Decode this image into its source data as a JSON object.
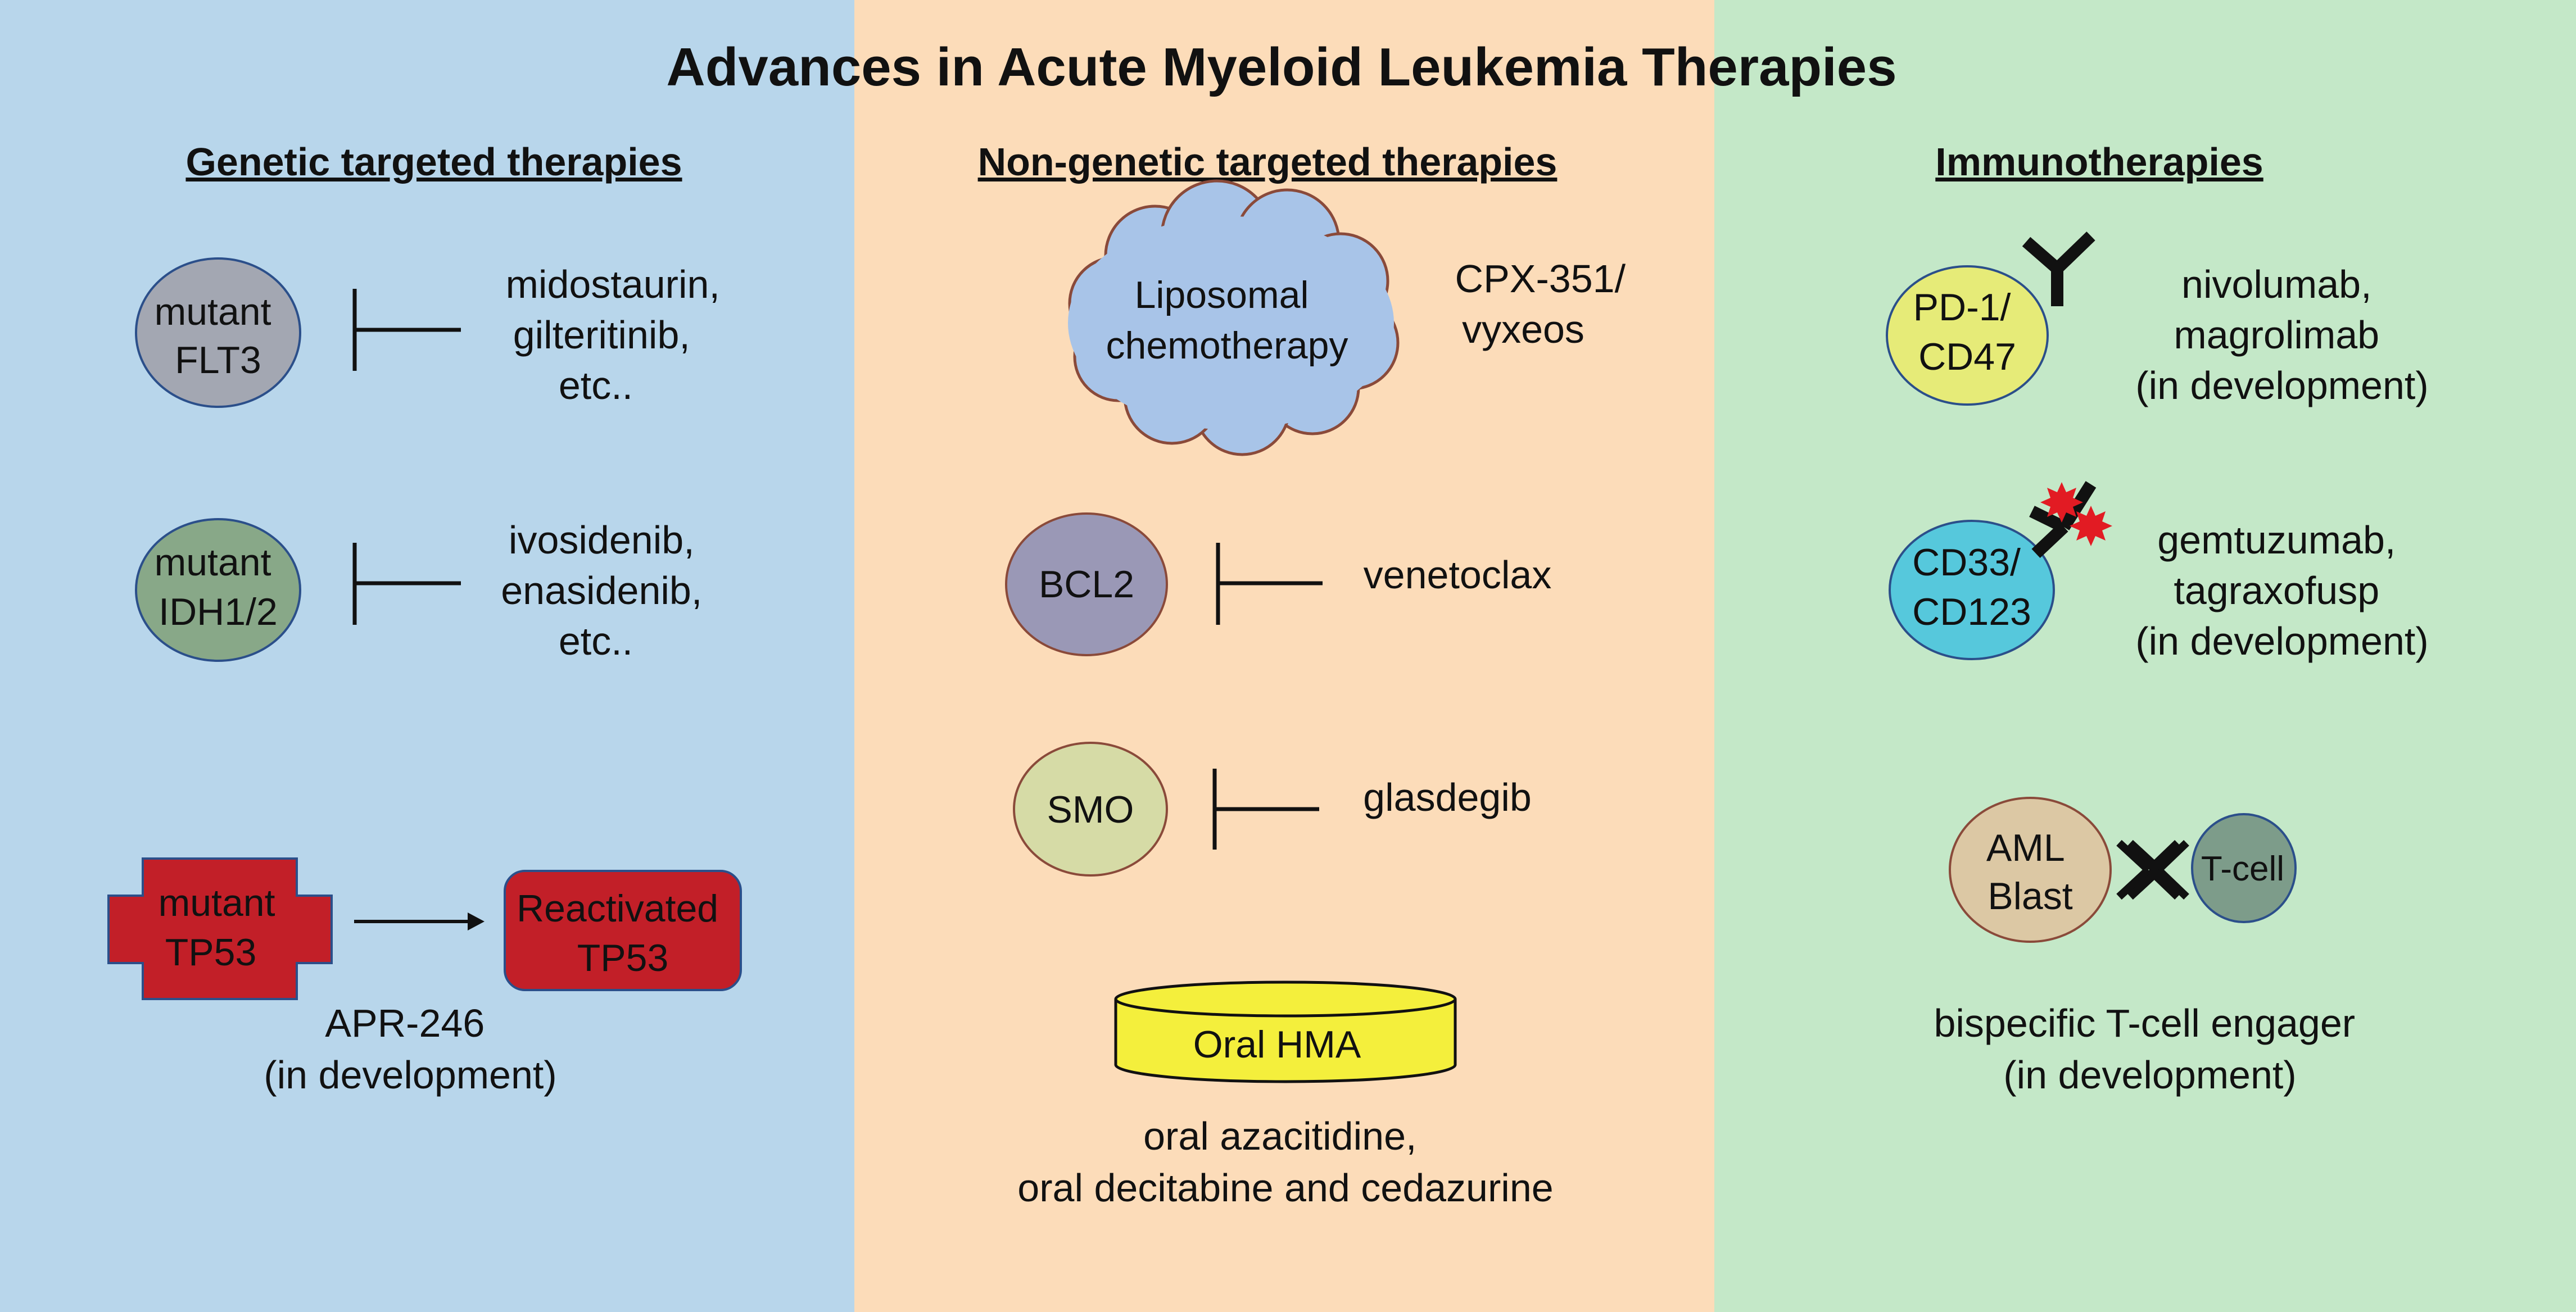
{
  "title": "Advances in Acute Myeloid Leukemia Therapies",
  "colors": {
    "genetic_panel": "#b8d6eb",
    "nongenetic_panel": "#fcdcb9",
    "immuno_panel": "#c4e8c8",
    "flt3": "#a3a7b2",
    "idh": "#88a888",
    "tp53": "#c21f28",
    "liposomal": "#a8c4e8",
    "bcl2": "#9a98b6",
    "smo": "#d6dba6",
    "oral_hma": "#f4ef3c",
    "pd1": "#e6eb78",
    "cd33": "#56c8dc",
    "aml_blast": "#dcc8a4",
    "tcell": "#7d9c8a",
    "toxin_star": "#e21b23"
  },
  "genetic": {
    "heading": "Genetic targeted therapies",
    "flt3": {
      "node": [
        "mutant",
        "FLT3"
      ],
      "drugs": [
        "midostaurin,",
        "gilteritinib,",
        "etc.."
      ]
    },
    "idh": {
      "node": [
        "mutant",
        "IDH1/2"
      ],
      "drugs": [
        "ivosidenib,",
        "enasidenib,",
        "etc.."
      ]
    },
    "tp53": {
      "node": [
        "mutant",
        "TP53"
      ],
      "reactivated": [
        "Reactivated",
        "TP53"
      ],
      "drug": [
        "APR-246",
        "(in development)"
      ]
    }
  },
  "nongenetic": {
    "heading": "Non-genetic targeted therapies",
    "liposomal": {
      "node": [
        "Liposomal",
        "chemotherapy"
      ],
      "drug": [
        "CPX-351/",
        "vyxeos"
      ]
    },
    "bcl2": {
      "node": "BCL2",
      "drug": "venetoclax"
    },
    "smo": {
      "node": "SMO",
      "drug": "glasdegib"
    },
    "hma": {
      "node": "Oral HMA",
      "drugs": [
        "oral azacitidine,",
        "oral decitabine and cedazurine"
      ]
    }
  },
  "immuno": {
    "heading": "Immunotherapies",
    "pd1": {
      "node": [
        "PD-1/",
        "CD47"
      ],
      "drugs": [
        "nivolumab,",
        "magrolimab",
        "(in development)"
      ]
    },
    "cd33": {
      "node": [
        "CD33/",
        "CD123"
      ],
      "drugs": [
        "gemtuzumab,",
        "tagraxofusp",
        "(in development)"
      ]
    },
    "bite": {
      "blast": [
        "AML",
        "Blast"
      ],
      "tcell": "T-cell",
      "caption": [
        "bispecific T-cell engager",
        "(in development)"
      ]
    }
  }
}
